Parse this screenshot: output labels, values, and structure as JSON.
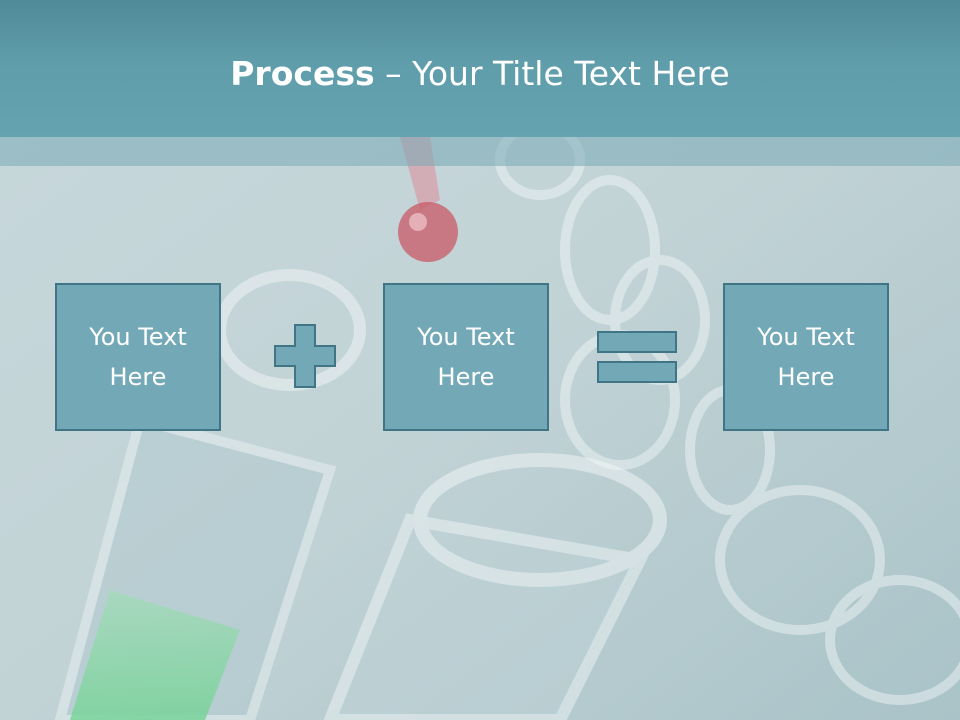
{
  "title": {
    "bold": "Process",
    "rest": " – Your Title Text Here"
  },
  "boxes": [
    {
      "text": "You Text Here"
    },
    {
      "text": "You Text Here"
    },
    {
      "text": "You Text Here"
    }
  ],
  "operators": {
    "plus": "plus-icon",
    "equals": "equals-icon"
  },
  "colors": {
    "title_bar": "#5f9dab",
    "box_fill": "#73a8b7",
    "box_border": "#3f7585",
    "text": "#ffffff"
  }
}
